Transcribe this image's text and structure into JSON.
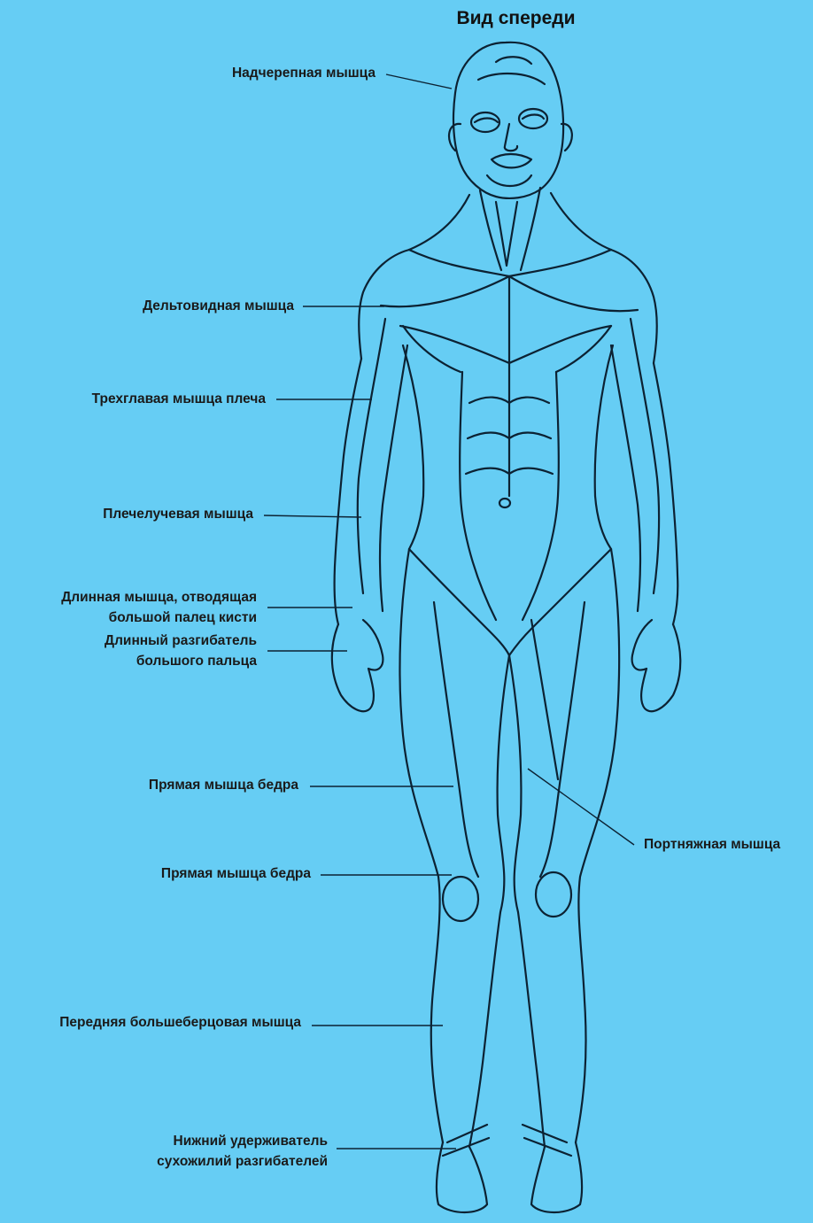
{
  "background_color": "#66cdf4",
  "ink_color": "#0c2233",
  "title": "Вид спереди",
  "labels": {
    "nadcherepnaya": "Надчерепная мышца",
    "deltovidnaya": "Дельтовидная мышца",
    "trehglavaya": "Трехглавая мышца плеча",
    "plecheluchevaya": "Плечелучевая мышца",
    "dlinnaya_otvodyashchaya_1": "Длинная мышца, отводящая",
    "dlinnaya_otvodyashchaya_2": "большой палец кисти",
    "dlinny_razgibatel_1": "Длинный разгибатель",
    "dlinny_razgibatel_2": "большого пальца",
    "pryamaya_bedra_1": "Прямая мышца бедра",
    "pryamaya_bedra_2": "Прямая мышца бедра",
    "portnyazhnaya": "Портняжная мышца",
    "perednyaya_bolshebertsovaya": "Передняя большеберцовая мышца",
    "nizhny_uderzhivatel_1": "Нижний удерживатель",
    "nizhny_uderzhivatel_2": "сухожилий разгибателей"
  }
}
